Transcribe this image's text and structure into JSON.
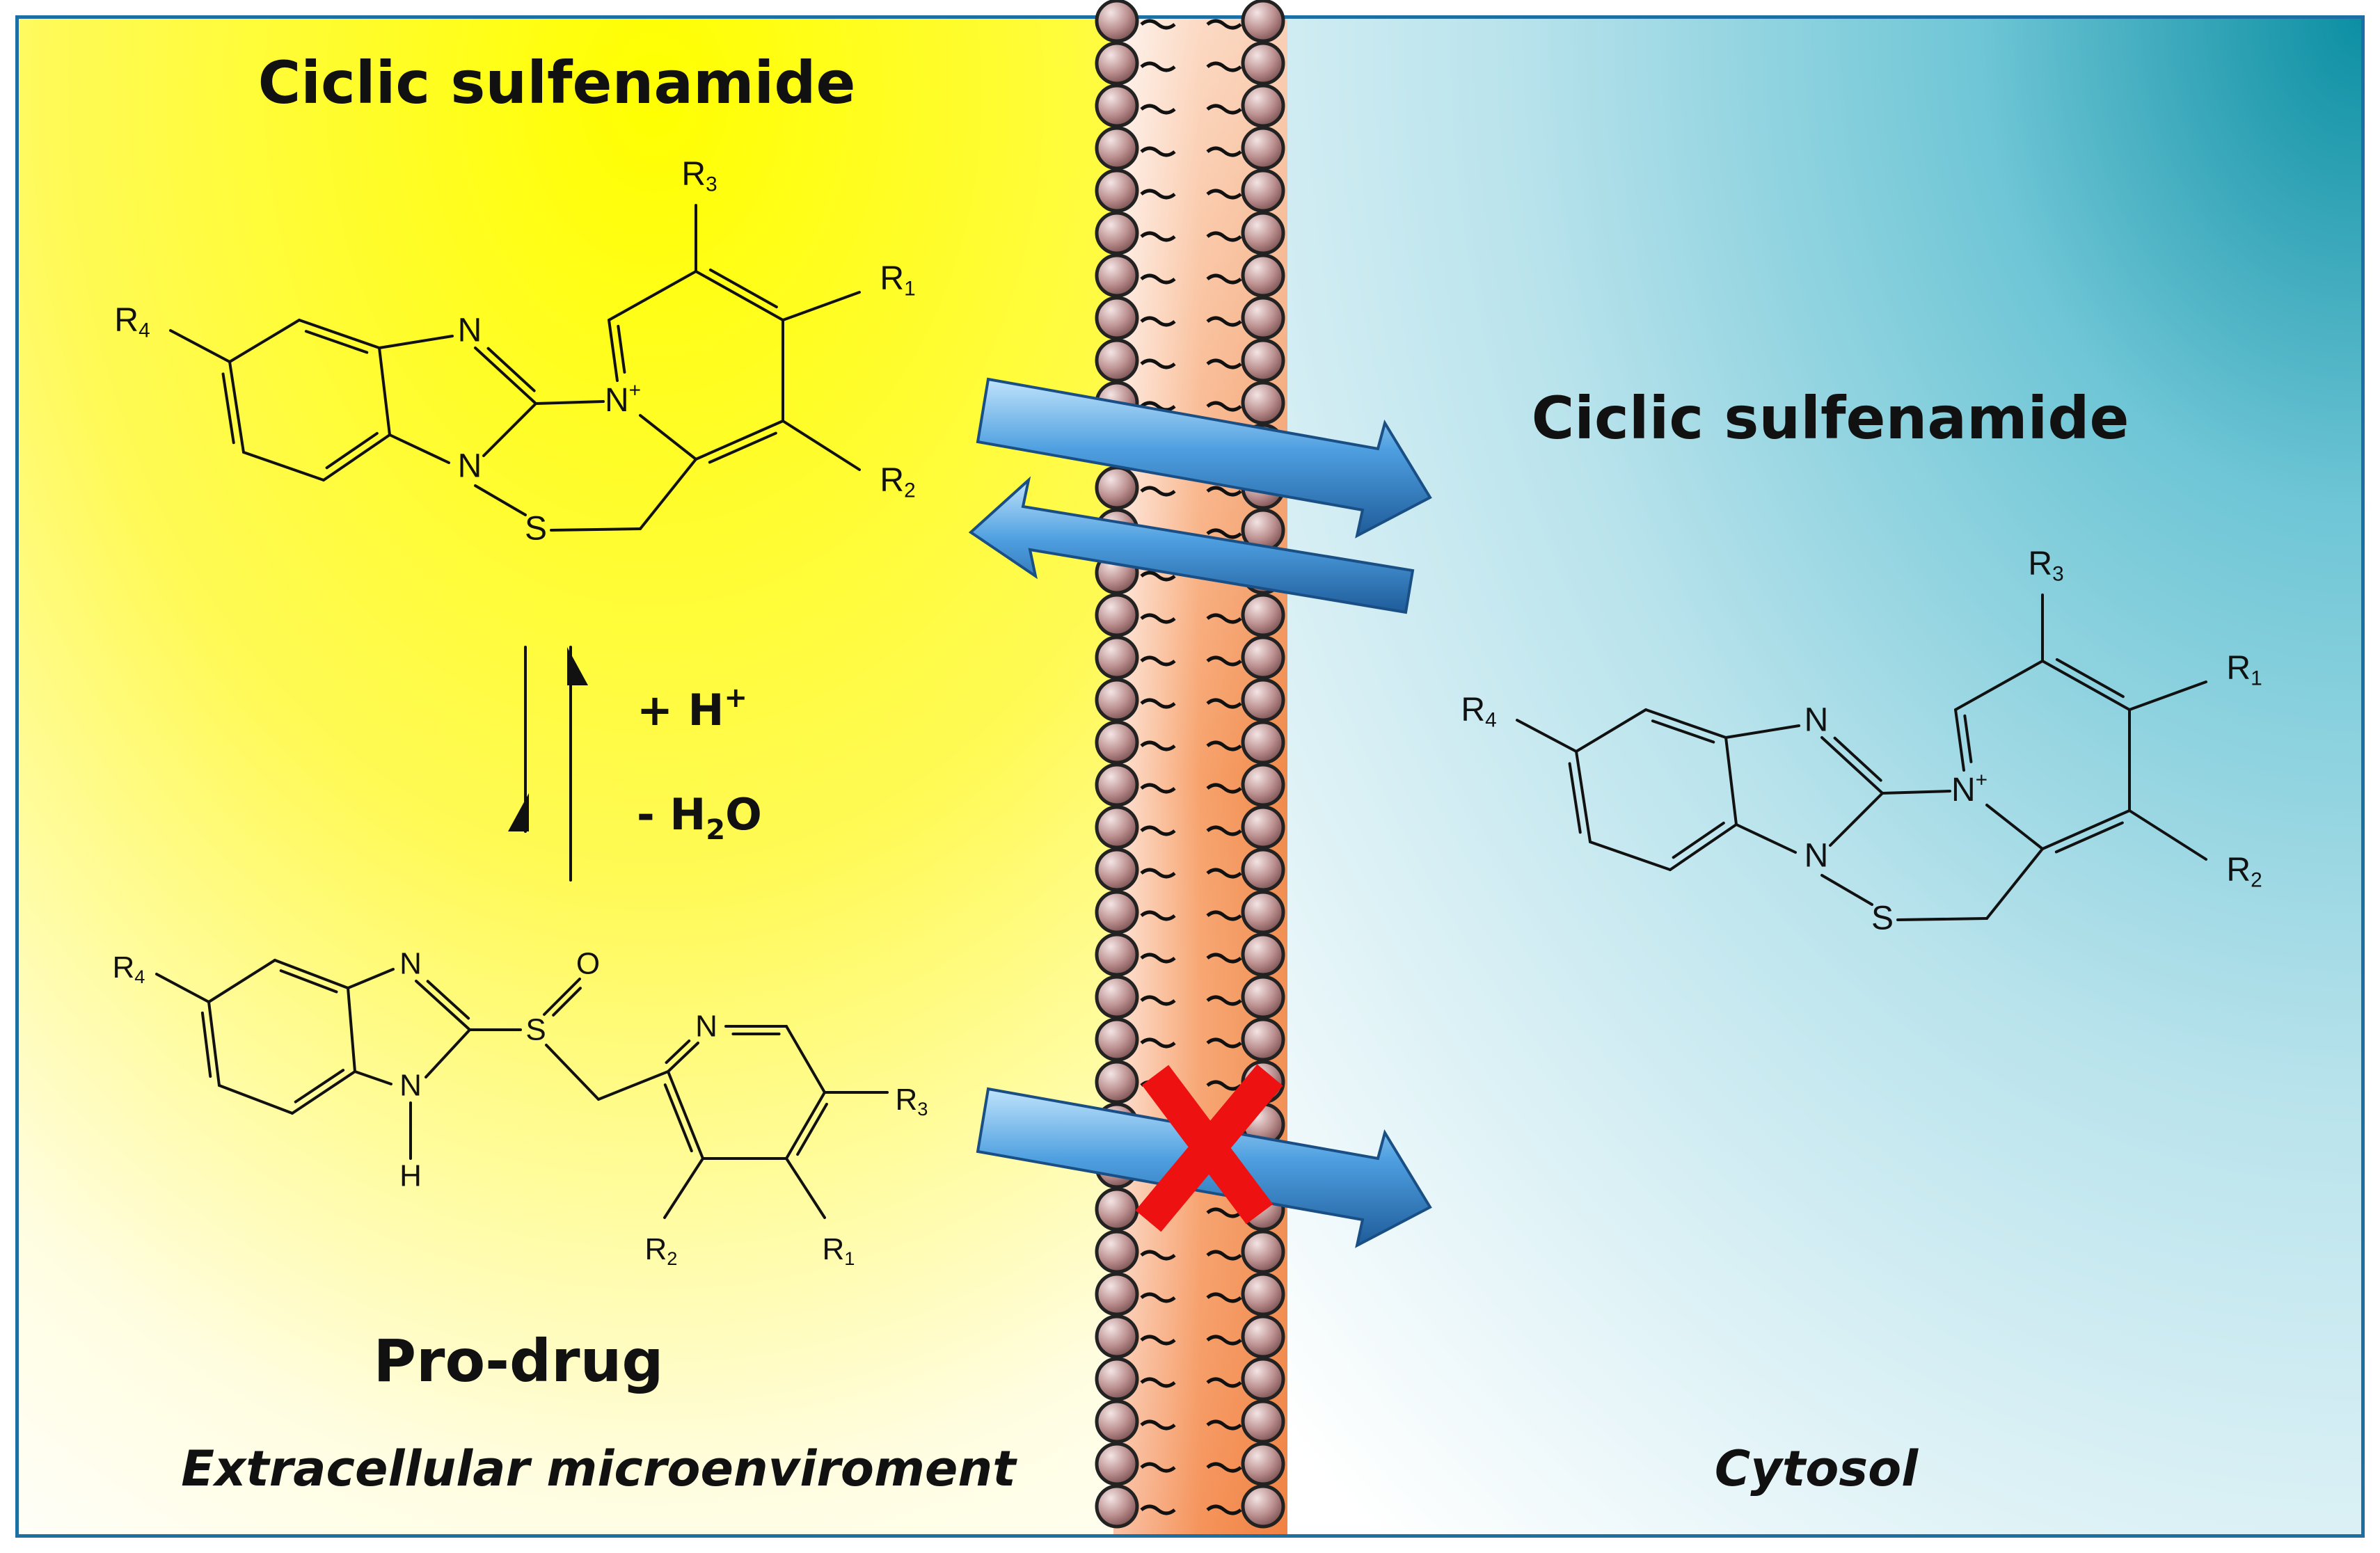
{
  "extracellular": {
    "title": "Ciclic sulfenamide",
    "label": "Pro-drug",
    "caption": "Extracellular microenviroment"
  },
  "cytosol": {
    "title": "Ciclic sulfenamide",
    "caption": "Cytosol"
  },
  "equilibrium": {
    "reagent_plus": "+ H",
    "reagent_plus_sup": "+",
    "reagent_minus_pre": "- H",
    "reagent_minus_sub": "2",
    "reagent_minus_post": "O"
  },
  "atoms": {
    "N": "N",
    "S": "S",
    "O": "O",
    "H": "H",
    "plus": "+",
    "R": "R",
    "n1": "1",
    "n2": "2",
    "n3": "3",
    "n4": "4"
  },
  "colors": {
    "extracellular_bg": "#ffff00",
    "cytosol_bg": "#a8dce6",
    "membrane_core": "#f08a4b",
    "lipid_head": "#c9a0a0",
    "arrow": "#3a86c8",
    "block_mark": "#ff0000",
    "frame": "#1d6fa3"
  },
  "icons": {
    "transport_in": "blue-arrow-right",
    "transport_out": "blue-arrow-left",
    "blocked": "red-x-icon"
  }
}
